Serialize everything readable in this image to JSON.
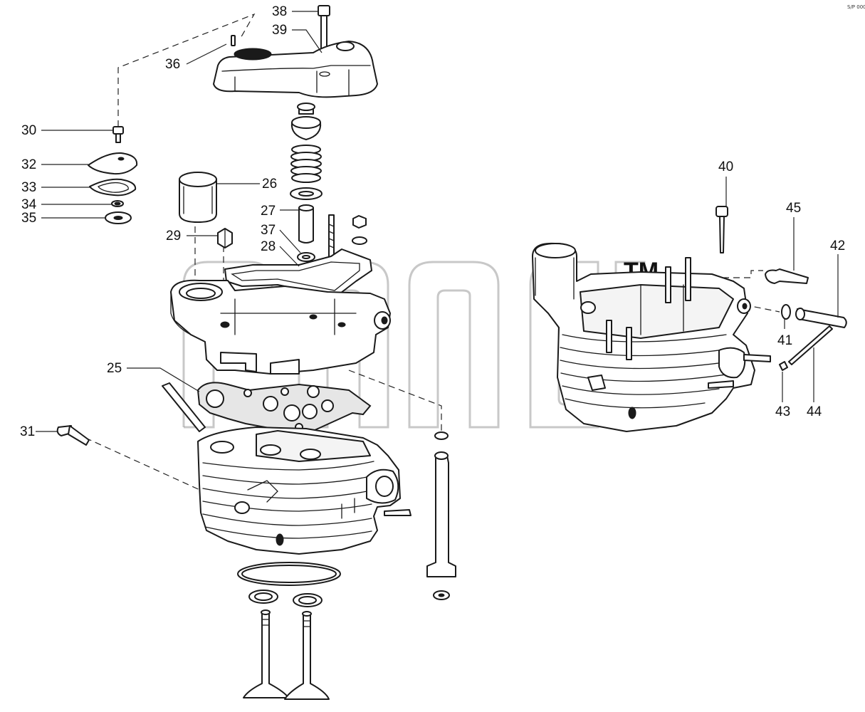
{
  "labels": {
    "n25": "25",
    "n26": "26",
    "n27": "27",
    "n28": "28",
    "n29": "29",
    "n30": "30",
    "n31": "31",
    "n32": "32",
    "n33": "33",
    "n34": "34",
    "n35": "35",
    "n36": "36",
    "n37": "37",
    "n38": "38",
    "n39": "39",
    "n40": "40",
    "n41": "41",
    "n42": "42",
    "n43": "43",
    "n44": "44",
    "n45": "45"
  },
  "watermark": {
    "trademark": "TM",
    "corner_code": "S/P 000"
  },
  "colors": {
    "line": "#1a1a1a",
    "watermark": "#9a9a9a",
    "background": "#ffffff"
  }
}
